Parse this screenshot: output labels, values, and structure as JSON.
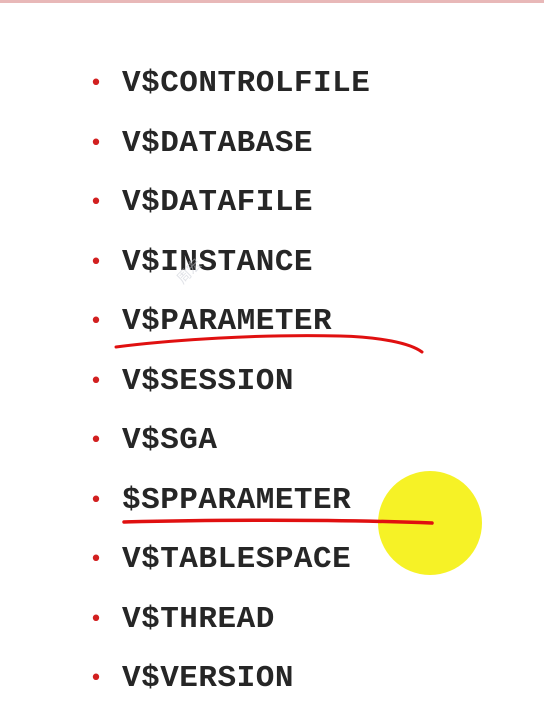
{
  "items": [
    {
      "label": "V$CONTROLFILE"
    },
    {
      "label": "V$DATABASE"
    },
    {
      "label": "V$DATAFILE"
    },
    {
      "label": "V$INSTANCE"
    },
    {
      "label": "V$PARAMETER"
    },
    {
      "label": "V$SESSION"
    },
    {
      "label": "V$SGA"
    },
    {
      "label": "$SPPARAMETER"
    },
    {
      "label": "V$TABLESPACE"
    },
    {
      "label": "V$THREAD"
    },
    {
      "label": "V$VERSION"
    }
  ],
  "bullet": "•",
  "watermark": "周宏",
  "colors": {
    "bullet": "#d22020",
    "text": "#262626",
    "annotation": "#e01010",
    "highlight": "#f5f000"
  }
}
